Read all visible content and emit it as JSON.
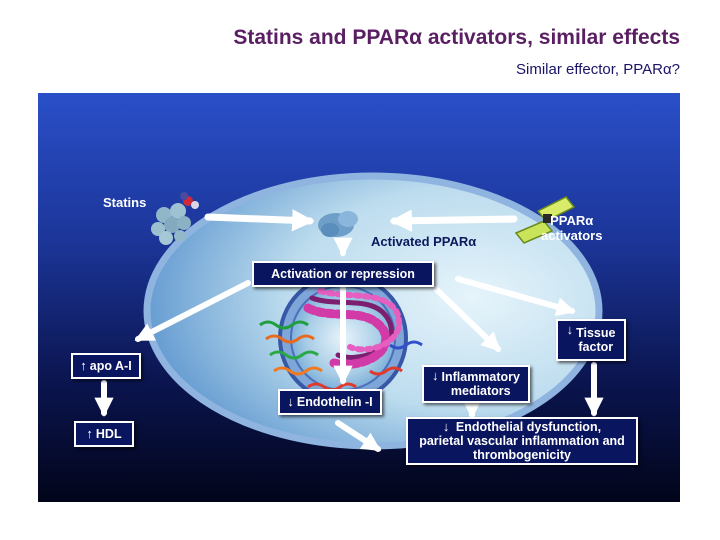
{
  "header": {
    "title": "Statins and PPARα activators, similar effects",
    "subtitle": "Similar effector, PPARα?"
  },
  "diagram": {
    "statins_label": "Statins",
    "ppar_activators_line1": "PPARα",
    "ppar_activators_line2": "activators",
    "activated_ppar_label": "Activated PPARα",
    "activation_box": "Activation or repression",
    "apo_box": "apo A-I",
    "hdl_box": "HDL",
    "endothelin_box": "Endothelin -I",
    "inflammatory_line1": "Inflammatory",
    "inflammatory_line2": "mediators",
    "tissue_line1": "Tissue",
    "tissue_line2": "factor",
    "dysfunction_line1": "Endothelial dysfunction,",
    "dysfunction_line2": "parietal vascular inflammation and",
    "dysfunction_line3": "thrombogenicity",
    "arrow_up": "↑",
    "arrow_down": "↓"
  },
  "colors": {
    "title": "#5a1f63",
    "subtitle": "#1a1466",
    "box_fill": "#0a1560",
    "cell_fill": "#c8e4f2",
    "dna_pink": "#d23aa8"
  }
}
